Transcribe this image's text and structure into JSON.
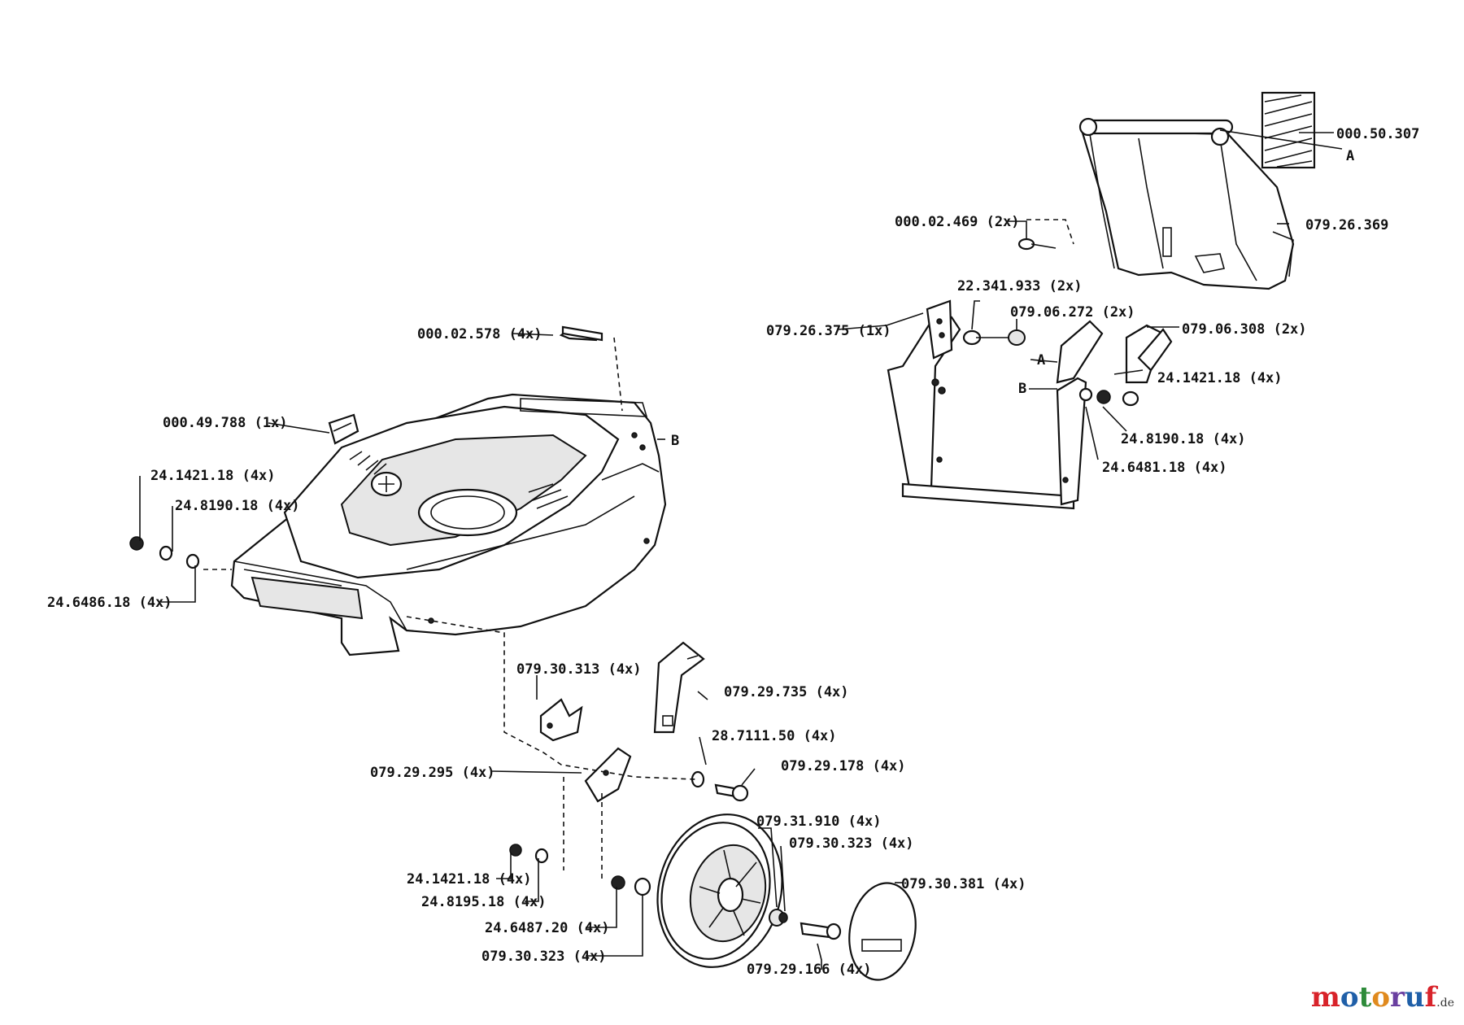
{
  "parts": {
    "p1": "000.50.307",
    "p2": "A",
    "p3": "079.26.369",
    "p4": "000.02.469 (2x)",
    "p5": "22.341.933 (2x)",
    "p6": "079.06.272 (2x)",
    "p7": "079.06.308 (2x)",
    "p8": "079.26.375 (1x)",
    "p9": "A",
    "p10": "B",
    "p11": "24.1421.18 (4x)",
    "p12": "24.8190.18 (4x)",
    "p13": "24.6481.18 (4x)",
    "p14": "000.02.578 (4x)",
    "p15": "000.49.788 (1x)",
    "p16": "B",
    "p17": "24.1421.18 (4x)",
    "p18": "24.8190.18 (4x)",
    "p19": "24.6486.18 (4x)",
    "p20": "079.30.313 (4x)",
    "p21": "079.29.735 (4x)",
    "p22": "28.7111.50 (4x)",
    "p23": "079.29.295 (4x)",
    "p24": "079.29.178 (4x)",
    "p25": "079.31.910 (4x)",
    "p26": "079.30.323 (4x)",
    "p27": "079.30.381 (4x)",
    "p28": "24.1421.18 (4x)",
    "p29": "24.8195.18 (4x)",
    "p30": "24.6487.20 (4x)",
    "p31": "079.30.323 (4x)",
    "p32": "079.29.166 (4x)"
  },
  "watermark": {
    "text": "motoruf",
    "suffix": ".de"
  },
  "colors": {
    "m": "#d8232a",
    "o1": "#1f5fa8",
    "t": "#2e8b3a",
    "o2": "#e08a1e",
    "r": "#6a3fa0",
    "u": "#1f5fa8",
    "f": "#d8232a"
  }
}
